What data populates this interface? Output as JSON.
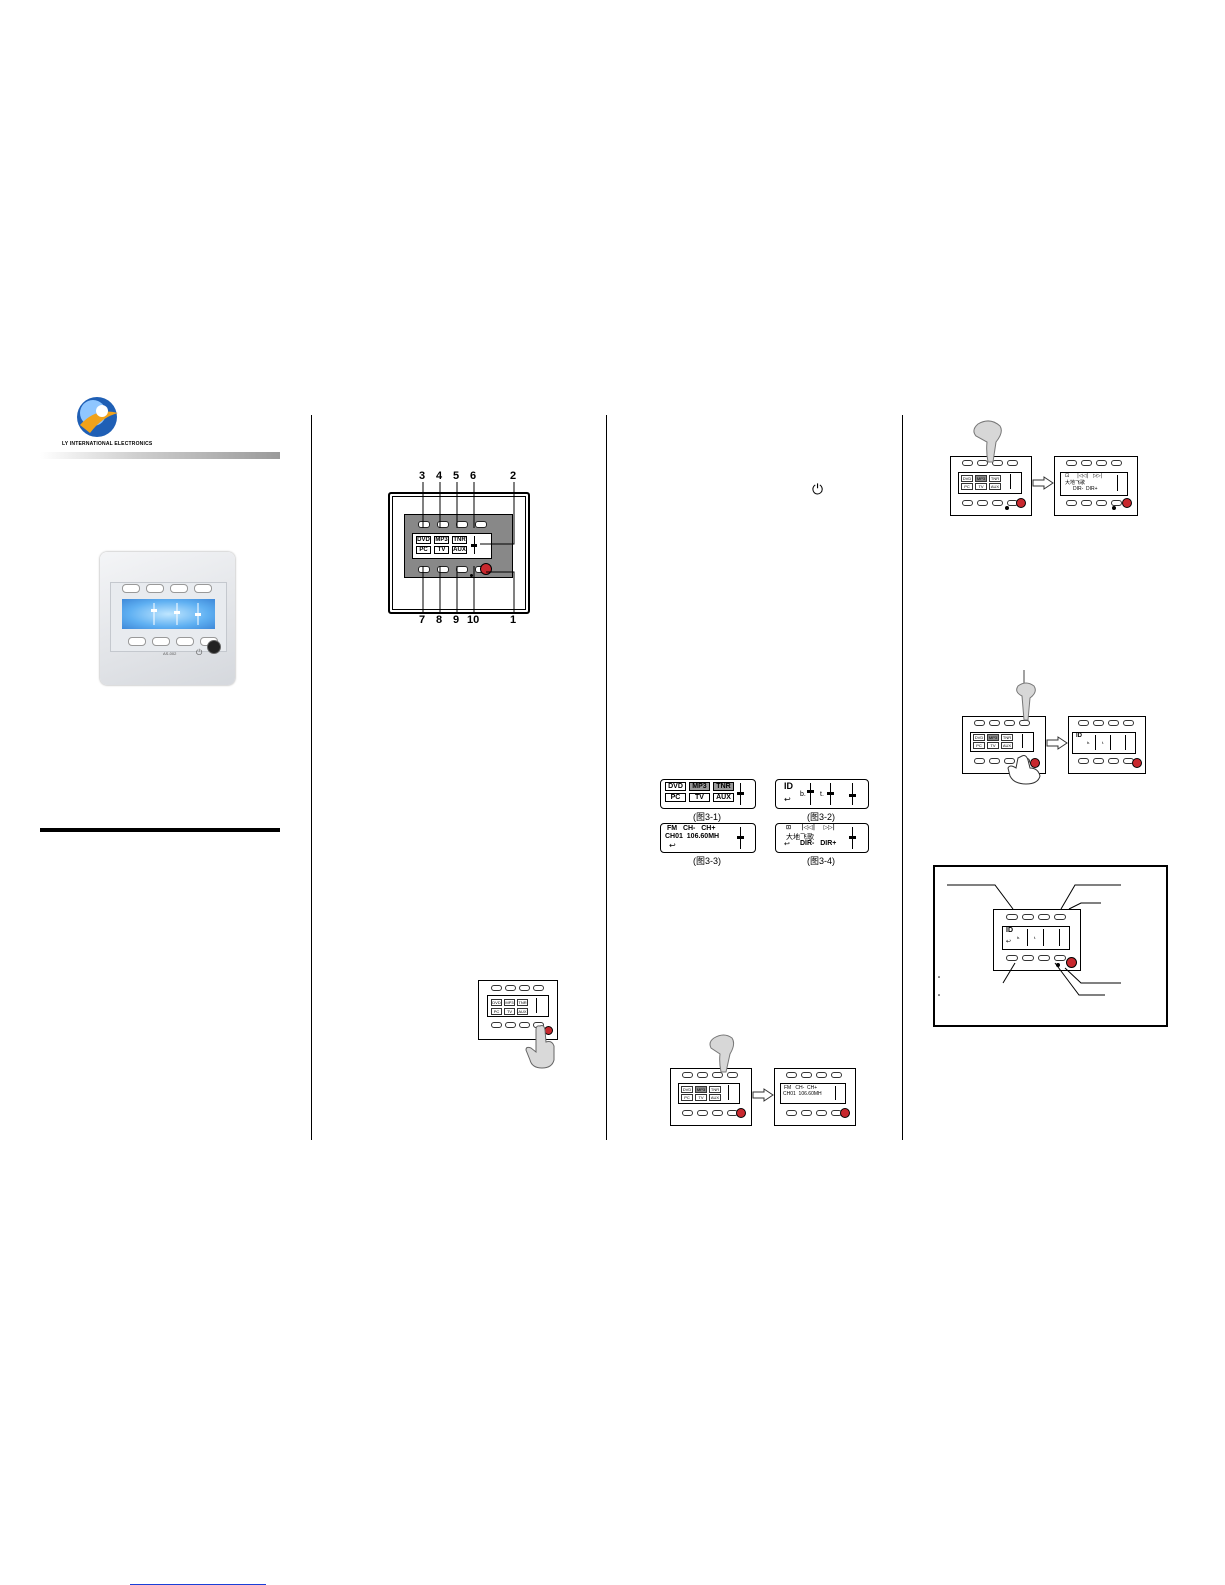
{
  "brand": {
    "company": "LY INTERNATIONAL ELECTRONICS",
    "model": "AS-002"
  },
  "colors": {
    "panel_glow": "#79c8ff",
    "stop_button": "#c8282e",
    "rule_gray": "#9a9a9a"
  },
  "icons": [
    "brand-logo",
    "power-icon",
    "return-icon",
    "hand-pointer-icon",
    "arrow-right-icon",
    "stop-button-icon"
  ],
  "panel_diagram": {
    "top_button_labels": [
      "3",
      "4",
      "5",
      "6"
    ],
    "bottom_button_labels": [
      "7",
      "8",
      "9",
      "10"
    ],
    "right_labels": [
      "2",
      "1"
    ],
    "sources": [
      "DVD",
      "MP3",
      "TNR",
      "PC",
      "TV",
      "AUX"
    ]
  },
  "figures": {
    "fig1": {
      "l1": [
        "DVD",
        "MP3",
        "TNR"
      ],
      "l2": [
        "PC",
        "TV",
        "AUX"
      ],
      "caption": "(图3-1)"
    },
    "fig2": {
      "id": "ID",
      "b": "b.",
      "t": "t.",
      "caption": "(图3-2)"
    },
    "fig3": {
      "l1": "FM   CH-   CH+",
      "l2": "CH01  106.60MH",
      "caption": "(图3-3)"
    },
    "fig4": {
      "l1": "⊡     |◁◁|    ▷▷|",
      "l2": "大地飞歌",
      "l3": "DIR-   DIR+",
      "caption": "(图3-4)"
    }
  },
  "fm_screen": {
    "l1": "FM   CH-  CH+",
    "l2": "CH01  106.60MH"
  },
  "song_screen": {
    "l1": "⊡     |◁◁|   ▷▷|",
    "l2": "大地飞歌",
    "l3": "DIR-  DIR+"
  },
  "id_screen": {
    "id": "ID",
    "b": "b.",
    "t": "t."
  },
  "link": "                                        "
}
